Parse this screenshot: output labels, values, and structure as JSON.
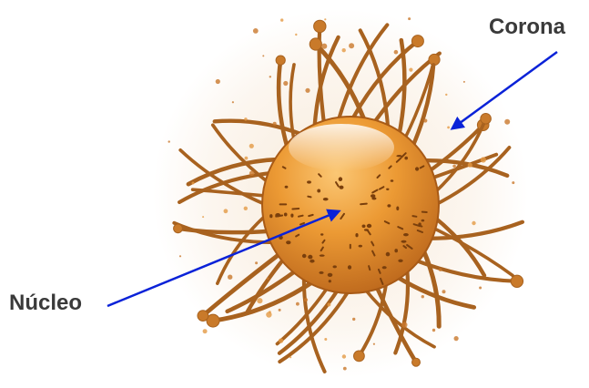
{
  "labels": {
    "corona": "Corona",
    "nucleo": "Núcleo"
  },
  "colors": {
    "core_light": "#f7b55a",
    "core_mid": "#e58f2a",
    "core_dark": "#b86418",
    "spike": "#a8621f",
    "spike_tip": "#c97a2a",
    "halo": "#fbf3ea",
    "arrow": "#0a22d8",
    "label": "#3a3a3a"
  },
  "icons": [
    "micelle-illustration"
  ]
}
